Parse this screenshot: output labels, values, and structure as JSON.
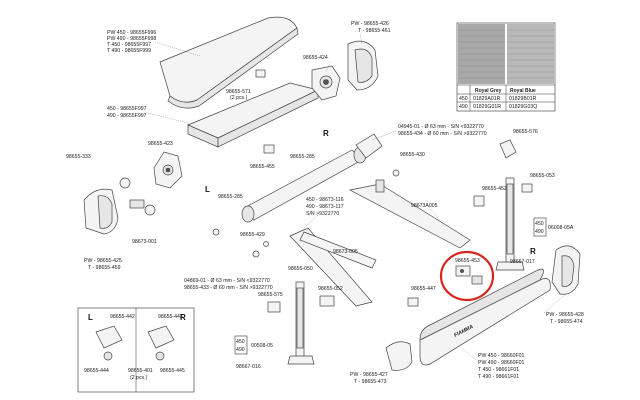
{
  "labels": {
    "front_profile": [
      "PW 450 - 98655F996",
      "PW 490 - 98655F998",
      "T 450 - 98655F997",
      "T 490 - 98655F999"
    ],
    "p_571": [
      "98655-571",
      "(2 pcs.)"
    ],
    "p_426_top": [
      "PW - 98655-426",
      "T - 98655-461"
    ],
    "p_424": "98655-424",
    "back_profile": [
      "450 - 98655F997",
      "490 - 98655F997"
    ],
    "p_423": "98655-423",
    "p_455": "98655-455",
    "p_285_a": "98655-285",
    "p_285_b": "98655-285",
    "p_333": "98655-333",
    "p_430": "98655-430",
    "arm_joint": [
      "04945-01 - Ø 63 mm - S/N <9322770",
      "98655-434 - Ø 60 mm - S/N >9322770"
    ],
    "p_576": "98655-576",
    "p_053": "98655-053",
    "p_452": "98655-452",
    "p_a005": "98673A005",
    "p_001": "98673-001",
    "arm_116": [
      "450 - 98673-116",
      "490 - 98673-117",
      "S/N >9322770"
    ],
    "len_box": [
      "450",
      "490"
    ],
    "p_05a": "06008-05A",
    "p_429": "98655-429",
    "p_017": "98667-017",
    "p_425": [
      "PW - 98655-425",
      "T - 98655-459"
    ],
    "p_005": "98673-005",
    "p_050": "98655-050",
    "p_453": "98655-453",
    "roller": [
      "04869-01 - Ø 63 mm - S/N <9322770",
      "98655-433 - Ø 60 mm - S/N >9322770"
    ],
    "p_575": "98655-575",
    "p_052": "98655-052",
    "p_447": "98655-447",
    "p_428": [
      "PW - 98655-428",
      "T - 98655-474"
    ],
    "p_442": "98655-442",
    "p_443": "98655-443",
    "p_444": "98655-444",
    "p_401": [
      "98655-401",
      "(2 pcs.)"
    ],
    "p_445": "98655-445",
    "len_box2": [
      "450",
      "490"
    ],
    "p_05": "00508-05",
    "p_016": "98667-016",
    "p_427": [
      "PW - 98655-427",
      "T - 98655-473"
    ],
    "cover": [
      "PW 450 - 98660F01",
      "PW 490 - 98660F01",
      "T 450 - 98661F01",
      "T 490 - 98661F01"
    ],
    "brand": "FIAMMA",
    "side": {
      "L": "L",
      "R": "R"
    }
  },
  "fabric_table": {
    "headers": [
      "Royal Grey",
      "Royal Blue"
    ],
    "rows": [
      {
        "size": "450",
        "grey": "01829A01R",
        "blue": "01829B01R"
      },
      {
        "size": "490",
        "grey": "01829G01R",
        "blue": "01829G03Q"
      }
    ],
    "colors": {
      "grey": "#a8a8a8",
      "blue": "#b8b8b8"
    }
  },
  "highlight_color": "#d7261e"
}
